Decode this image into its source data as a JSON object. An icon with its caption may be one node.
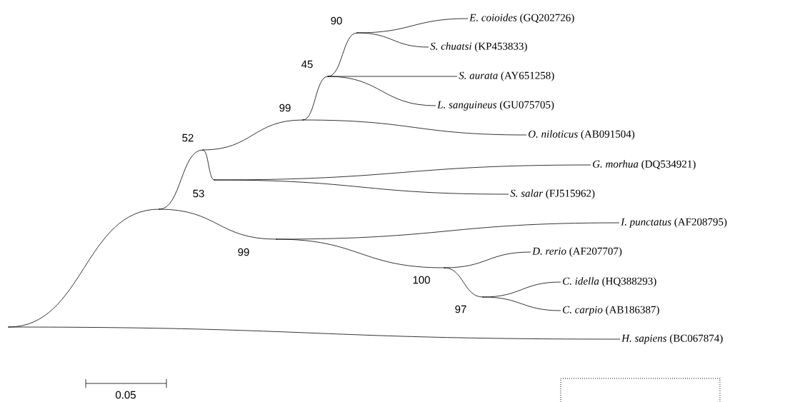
{
  "diagram": {
    "nodes": [
      {
        "text": [
          "*E. coioides* (GQ202726)"
        ]
      },
      {
        "text": [
          "*S. chuatsi* (KP453833)"
        ]
      },
      {
        "text": [
          "*S. aurata* (AY651258)"
        ]
      },
      {
        "text": [
          "*L. sanguineus* (GU075705)"
        ]
      },
      {
        "text": [
          "*O. niloticus* (AB091504)"
        ]
      },
      {
        "text": [
          "*G. morhua* (DQ534921)"
        ]
      },
      {
        "text": [
          "*S. salar* (FJ515962)"
        ]
      },
      {
        "text": [
          "*I. punctatus* (AF208795)"
        ]
      },
      {
        "text": [
          "*D. rerio* (AF207707)"
        ]
      },
      {
        "text": [
          "*C. idella* (HQ388293)"
        ]
      },
      {
        "text": [
          "*C. carpio* (AB186387)"
        ]
      },
      {
        "text": [
          "*H. sapiens* (BC067874)"
        ]
      },
      {
        "text": [],
        "shape": "point"
      },
      {
        "text": [],
        "shape": "point"
      },
      {
        "text": [],
        "shape": "point",
        "beside": [
          "52"
        ]
      },
      {
        "text": [],
        "shape": "point",
        "beside": [
          "99"
        ]
      },
      {
        "text": [],
        "shape": "point",
        "beside": [
          "45"
        ]
      },
      {
        "text": [],
        "shape": "point",
        "beside": [
          "90"
        ]
      },
      {
        "text": [],
        "shape": "point",
        "beside": [
          "53"
        ]
      },
      {
        "text": [],
        "shape": "point",
        "beside": [
          "99"
        ]
      },
      {
        "text": [],
        "shape": "point",
        "beside": [
          "100"
        ]
      },
      {
        "text": [],
        "shape": "point",
        "beside": [
          "97"
        ]
      }
    ],
    "edges": [
      {
        "from": 12,
        "to": 13,
        "arrow": "none"
      },
      {
        "from": 12,
        "to": 11,
        "arrow": "none"
      },
      {
        "from": 13,
        "to": 14,
        "arrow": "none"
      },
      {
        "from": 13,
        "to": 19,
        "arrow": "none"
      },
      {
        "from": 14,
        "to": 15,
        "arrow": "none"
      },
      {
        "from": 14,
        "to": 18,
        "arrow": "none"
      },
      {
        "from": 15,
        "to": 16,
        "arrow": "none"
      },
      {
        "from": 15,
        "to": 4,
        "arrow": "none"
      },
      {
        "from": 16,
        "to": 17,
        "arrow": "none"
      },
      {
        "from": 16,
        "to": 2,
        "arrow": "none"
      },
      {
        "from": 16,
        "to": 3,
        "arrow": "none"
      },
      {
        "from": 17,
        "to": 0,
        "arrow": "none"
      },
      {
        "from": 17,
        "to": 1,
        "arrow": "none"
      },
      {
        "from": 18,
        "to": 5,
        "arrow": "none"
      },
      {
        "from": 18,
        "to": 6,
        "arrow": "none"
      },
      {
        "from": 19,
        "to": 7,
        "arrow": "none"
      },
      {
        "from": 19,
        "to": 20,
        "arrow": "none"
      },
      {
        "from": 20,
        "to": 8,
        "arrow": "none"
      },
      {
        "from": 20,
        "to": 21,
        "arrow": "none"
      },
      {
        "from": 21,
        "to": 9,
        "arrow": "none"
      },
      {
        "from": 21,
        "to": 10,
        "arrow": "none"
      }
    ],
    "labels": [
      "0.05"
    ]
  }
}
